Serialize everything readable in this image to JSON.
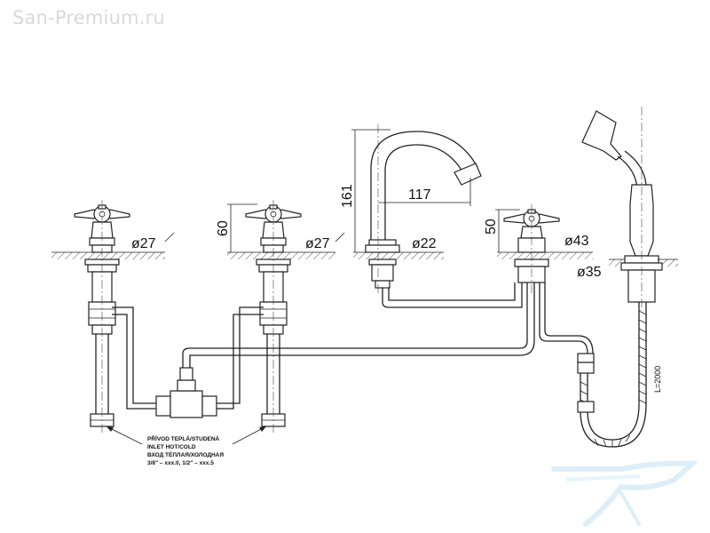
{
  "watermark": "San-Premium.ru",
  "dimensions": {
    "d27_left": "ø27",
    "d27_right": "ø27",
    "h60": "60",
    "h161": "161",
    "w117": "117",
    "d22": "ø22",
    "h50": "50",
    "d43": "ø43",
    "d35": "ø35",
    "hose_length": "L=2000"
  },
  "inlet_note": {
    "line1": "PŘÍVOD TEPLÁ/STUDENÁ",
    "line2": "INLET HOT/COLD",
    "line3": "ВХОД ТЁПЛАЯ/ХОЛОДНАЯ",
    "line4": "3/8\" – xxx.0, 1/2\" – xxx.5"
  }
}
